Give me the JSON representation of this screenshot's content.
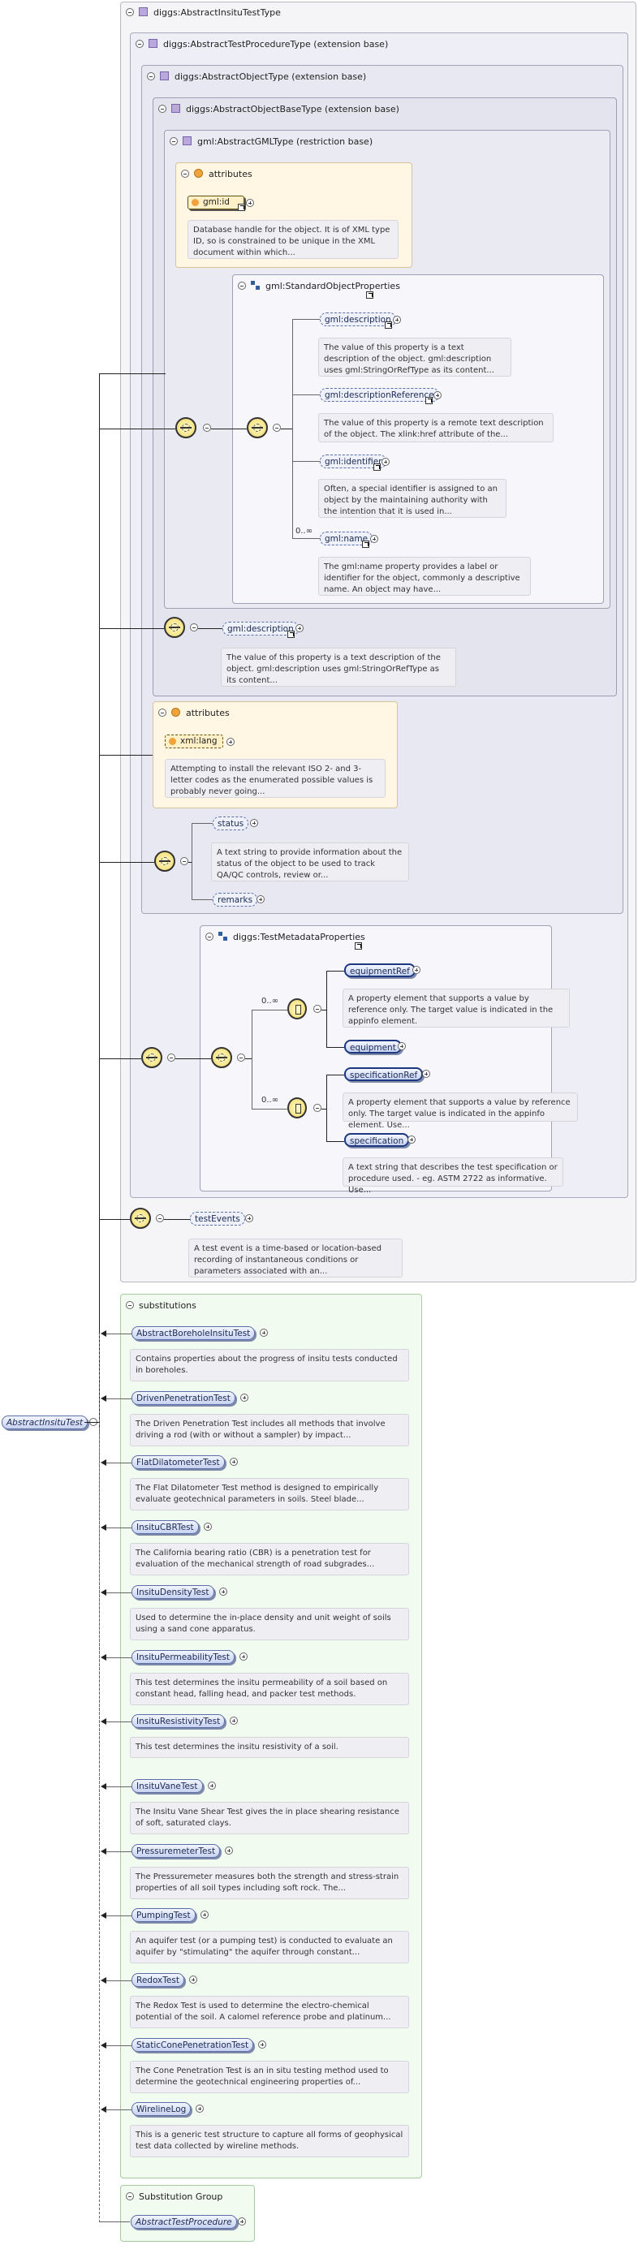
{
  "types": {
    "insitu": "diggs:AbstractInsituTestType",
    "procedure": "diggs:AbstractTestProcedureType (extension base)",
    "object": "diggs:AbstractObjectType (extension base)",
    "objectBase": "diggs:AbstractObjectBaseType (extension base)",
    "gml": "gml:AbstractGMLType (restriction base)"
  },
  "attributes_label": "attributes",
  "gml_attributes": {
    "name": "gml:id",
    "desc": "Database handle for the object. It is of XML type ID, so is constrained to be unique in the XML document within which..."
  },
  "gml_std": {
    "title": "gml:StandardObjectProperties",
    "items": [
      {
        "name": "gml:description",
        "desc": "The value of this property is a text description of the object. gml:description uses gml:StringOrRefType as its content..."
      },
      {
        "name": "gml:descriptionReference",
        "desc": "The value of this property is a remote text description of the object. The xlink:href attribute of the..."
      },
      {
        "name": "gml:identifier",
        "desc": "Often, a special identifier is assigned to an object by the maintaining authority with the intention that it is used in..."
      },
      {
        "name": "gml:name",
        "mult": "0..∞",
        "desc": "The gml:name property provides a label or identifier for the object, commonly a descriptive name. An object may have..."
      }
    ]
  },
  "base_description": {
    "name": "gml:description",
    "desc": "The value of this property is a text description of the object. gml:description uses gml:StringOrRefType as its content..."
  },
  "object_attributes": {
    "name": "xml:lang",
    "desc": "Attempting to install the relevant ISO 2- and 3-letter codes as the enumerated possible values is probably never going..."
  },
  "object_seq": {
    "status": "status",
    "status_desc": "A text string to provide information about the status of the object to be used to track QA/QC controls, review or...",
    "remarks": "remarks"
  },
  "test_meta": {
    "title": "diggs:TestMetadataProperties",
    "mult1": "0..∞",
    "equipmentRef": "equipmentRef",
    "equipmentRef_desc": "A property element that supports a value by reference only. The target value is indicated in the appinfo element.",
    "equipment": "equipment",
    "mult2": "0..∞",
    "specificationRef": "specificationRef",
    "specificationRef_desc": "A property element that supports a value by reference only. The target value is indicated in the appinfo element. Use...",
    "specification": "specification",
    "specification_desc": "A text string that describes the test specification or procedure used. - eg. ASTM 2722 as informative. Use..."
  },
  "test_events": {
    "name": "testEvents",
    "desc": "A test event is a time-based or location-based recording of instantaneous conditions or parameters associated with an..."
  },
  "root": "AbstractInsituTest",
  "substitutions": {
    "title": "substitutions",
    "items": [
      {
        "name": "AbstractBoreholeInsituTest",
        "desc": "Contains properties about the progress of insitu tests conducted in boreholes."
      },
      {
        "name": "DrivenPenetrationTest",
        "desc": "The Driven Penetration Test includes all methods that involve driving a rod (with or without a sampler) by impact..."
      },
      {
        "name": "FlatDilatometerTest",
        "desc": "The Flat Dilatometer Test method is designed to empirically evaluate geotechnical parameters in soils. Steel blade..."
      },
      {
        "name": "InsituCBRTest",
        "desc": "The California bearing ratio (CBR) is a penetration test for evaluation of the mechanical strength of road subgrades..."
      },
      {
        "name": "InsituDensityTest",
        "desc": "Used to determine the in-place density and unit weight of soils using a sand cone apparatus."
      },
      {
        "name": "InsituPermeabilityTest",
        "desc": "This test determines the insitu permeability of a soil based on constant head, falling head, and packer test methods."
      },
      {
        "name": "InsituResistivityTest",
        "desc": "This test determines the insitu resistivity of a soil."
      },
      {
        "name": "InsituVaneTest",
        "desc": "The Insitu Vane Shear Test gives the in place shearing resistance of soft, saturated clays."
      },
      {
        "name": "PressuremeterTest",
        "desc": "The Pressuremeter measures both the strength and stress-strain properties of all soil types including soft rock. The..."
      },
      {
        "name": "PumpingTest",
        "desc": "An aquifer test (or a pumping test) is conducted to evaluate an aquifer by \"stimulating\" the aquifer through constant..."
      },
      {
        "name": "RedoxTest",
        "desc": "The Redox Test is used to determine the electro-chemical potential of the soil. A calomel reference probe and platinum..."
      },
      {
        "name": "StaticConePenetrationTest",
        "desc": "The Cone Penetration Test is an in situ testing method used to determine the geotechnical engineering properties of..."
      },
      {
        "name": "WirelineLog",
        "desc": "This is a generic test structure to capture all forms of geophysical test data collected by wireline methods."
      }
    ]
  },
  "subst_group": {
    "title": "Substitution Group",
    "name": "AbstractTestProcedure"
  }
}
